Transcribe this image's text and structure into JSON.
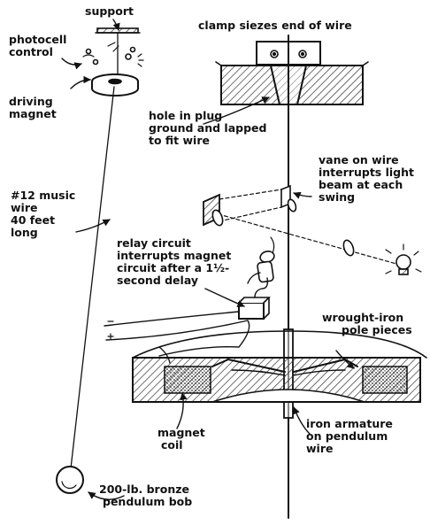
{
  "labels": {
    "support": "support",
    "photocell_control": [
      "photocell",
      "control"
    ],
    "driving_magnet": [
      "driving",
      "magnet"
    ],
    "music_wire": [
      "#12 music",
      "wire",
      "40 feet",
      "long"
    ],
    "clamp": "clamp siezes end of wire",
    "hole_plug": [
      "hole in plug",
      "ground and lapped",
      "to fit wire"
    ],
    "vane": [
      "vane on wire",
      "interrupts light",
      "beam at each",
      "swing"
    ],
    "relay": [
      "relay circuit",
      "interrupts magnet",
      "circuit after a 1½-",
      "second delay"
    ],
    "pole_pieces": [
      "wrought-iron",
      "pole pieces"
    ],
    "magnet_coil": [
      "magnet",
      "coil"
    ],
    "armature": [
      "iron armature",
      "on pendulum",
      "wire"
    ],
    "bob": [
      "200-lb. bronze",
      "pendulum bob"
    ]
  },
  "colors": {
    "ink": "#111111",
    "hatch": "#333333",
    "paper": "#ffffff"
  }
}
